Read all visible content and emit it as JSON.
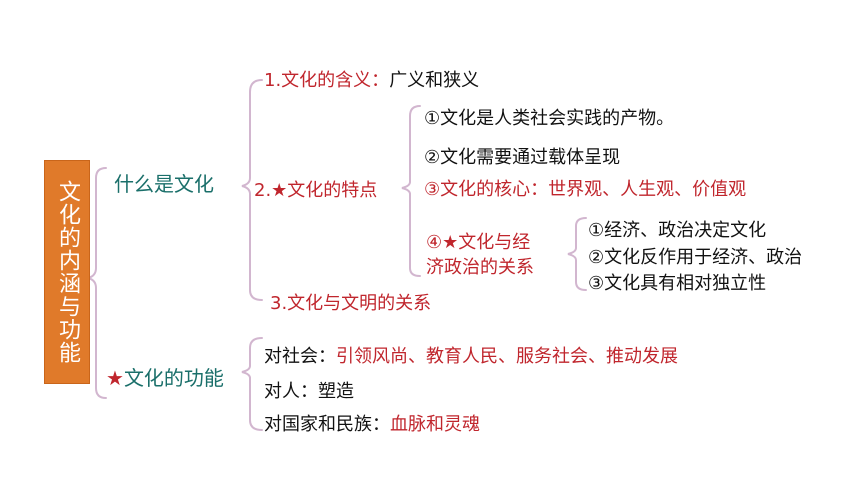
{
  "root": {
    "title": "文化的内涵与功能"
  },
  "branch1": {
    "label": "什么是文化",
    "meaning": {
      "head": "1.文化的含义：",
      "value": "广义和狭义"
    },
    "features": {
      "label": "2.★文化的特点",
      "items": [
        "①文化是人类社会实践的产物。",
        "②文化需要通过载体呈现",
        "③文化的核心：世界观、人生观、价值观"
      ],
      "relation": {
        "label_line1": "④★文化与经",
        "label_line2": "济政治的关系",
        "items": [
          "①经济、政治决定文化",
          "②文化反作用于经济、政治",
          "③文化具有相对独立性"
        ]
      }
    },
    "civilization": "3.文化与文明的关系"
  },
  "branch2": {
    "label": "★文化的功能",
    "society": {
      "head": "对社会：",
      "value": "引领风尚、教育人民、服务社会、推动发展"
    },
    "person": {
      "head": "对人：",
      "value": "塑造"
    },
    "nation": {
      "head": "对国家和民族：",
      "value": "血脉和灵魂"
    }
  },
  "colors": {
    "root_bg": "#e07a2a",
    "teal": "#1a6f6a",
    "red": "#c0262d",
    "brace": "#d2b6cf"
  }
}
